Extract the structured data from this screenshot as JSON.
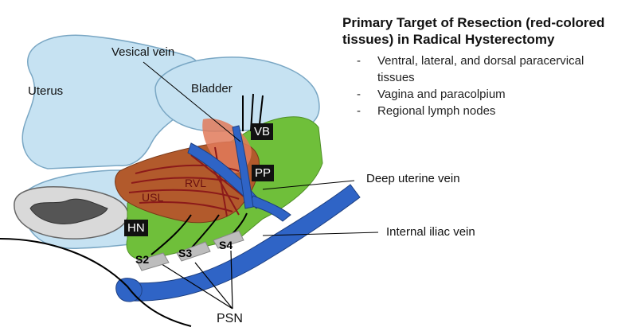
{
  "text_panel": {
    "title_line1": "Primary Target of Resection (red-colored",
    "title_line2": "tissues) in Radical Hysterectomy",
    "items": [
      "Ventral, lateral, and dorsal paracervical",
      "tissues",
      "Vagina and paracolpium",
      "Regional lymph nodes"
    ],
    "bullet": "-"
  },
  "labels": {
    "vesical_vein": "Vesical vein",
    "uterus": "Uterus",
    "bladder": "Bladder",
    "deep_uterine_vein": "Deep uterine vein",
    "internal_iliac_vein": "Internal iliac vein",
    "psn": "PSN",
    "rvl": "RVL",
    "usl": "USL",
    "s2": "S2",
    "s3": "S3",
    "s4": "S4"
  },
  "boxed_labels": {
    "vb": "VB",
    "pp": "PP",
    "hn": "HN"
  },
  "colors": {
    "organ_fill": "#c6e2f2",
    "organ_stroke": "#7aa7c4",
    "red_tissue": "#b25a2c",
    "red_lines": "#8c1a1a",
    "green_tissue": "#6fbf3a",
    "vein_blue": "#2f64c6",
    "nerve_grey": "#bdbdbd"
  }
}
